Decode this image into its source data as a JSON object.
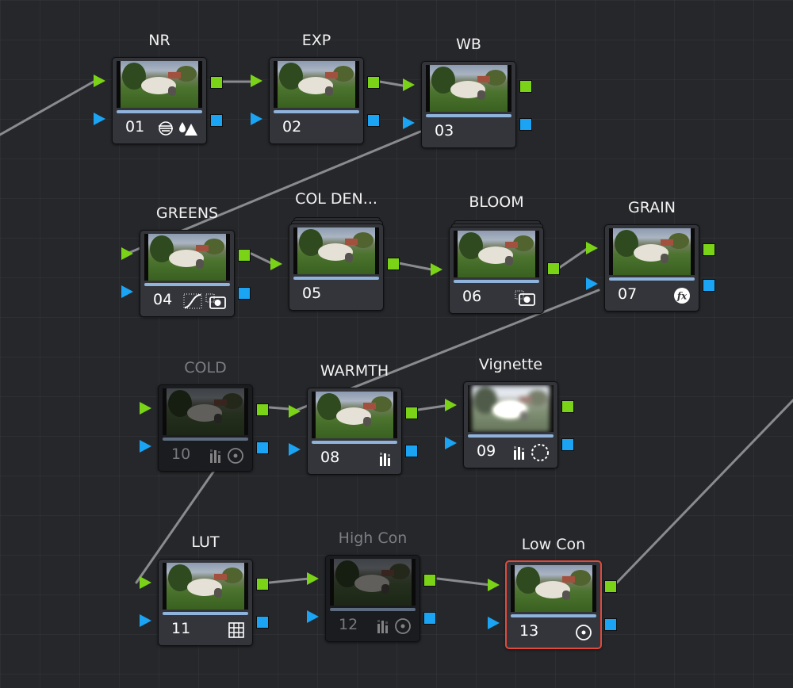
{
  "nodes": {
    "n01": {
      "label": "NR",
      "number": "01",
      "icons": [
        "noise-reduction-icon",
        "blur-drops-icon"
      ]
    },
    "n02": {
      "label": "EXP",
      "number": "02",
      "icons": []
    },
    "n03": {
      "label": "WB",
      "number": "03",
      "icons": []
    },
    "n04": {
      "label": "GREENS",
      "number": "04",
      "icons": [
        "curves-icon",
        "key-mask-icon"
      ]
    },
    "n05": {
      "label": "COL DEN...",
      "number": "05",
      "icons": []
    },
    "n06": {
      "label": "BLOOM",
      "number": "06",
      "icons": [
        "key-mask-icon"
      ]
    },
    "n07": {
      "label": "GRAIN",
      "number": "07",
      "icons": [
        "fx-icon"
      ]
    },
    "n10": {
      "label": "COLD",
      "number": "10",
      "icons": [
        "bars-icon",
        "window-icon"
      ],
      "state": "disabled"
    },
    "n08": {
      "label": "WARMTH",
      "number": "08",
      "icons": [
        "bars-icon"
      ]
    },
    "n09": {
      "label": "Vignette",
      "number": "09",
      "icons": [
        "bars-icon",
        "dashed-circle-icon"
      ]
    },
    "n11": {
      "label": "LUT",
      "number": "11",
      "icons": [
        "lut-grid-icon"
      ]
    },
    "n12": {
      "label": "High Con",
      "number": "12",
      "icons": [
        "bars-icon",
        "window-icon"
      ],
      "state": "disabled"
    },
    "n13": {
      "label": "Low Con",
      "number": "13",
      "icons": [
        "window-icon"
      ],
      "state": "selected"
    }
  },
  "colors": {
    "background": "#26272b",
    "rgb_input": "#7bd317",
    "key_input": "#1aa4f3",
    "selection": "#e04a3c",
    "wire": "#8a8b8e"
  }
}
